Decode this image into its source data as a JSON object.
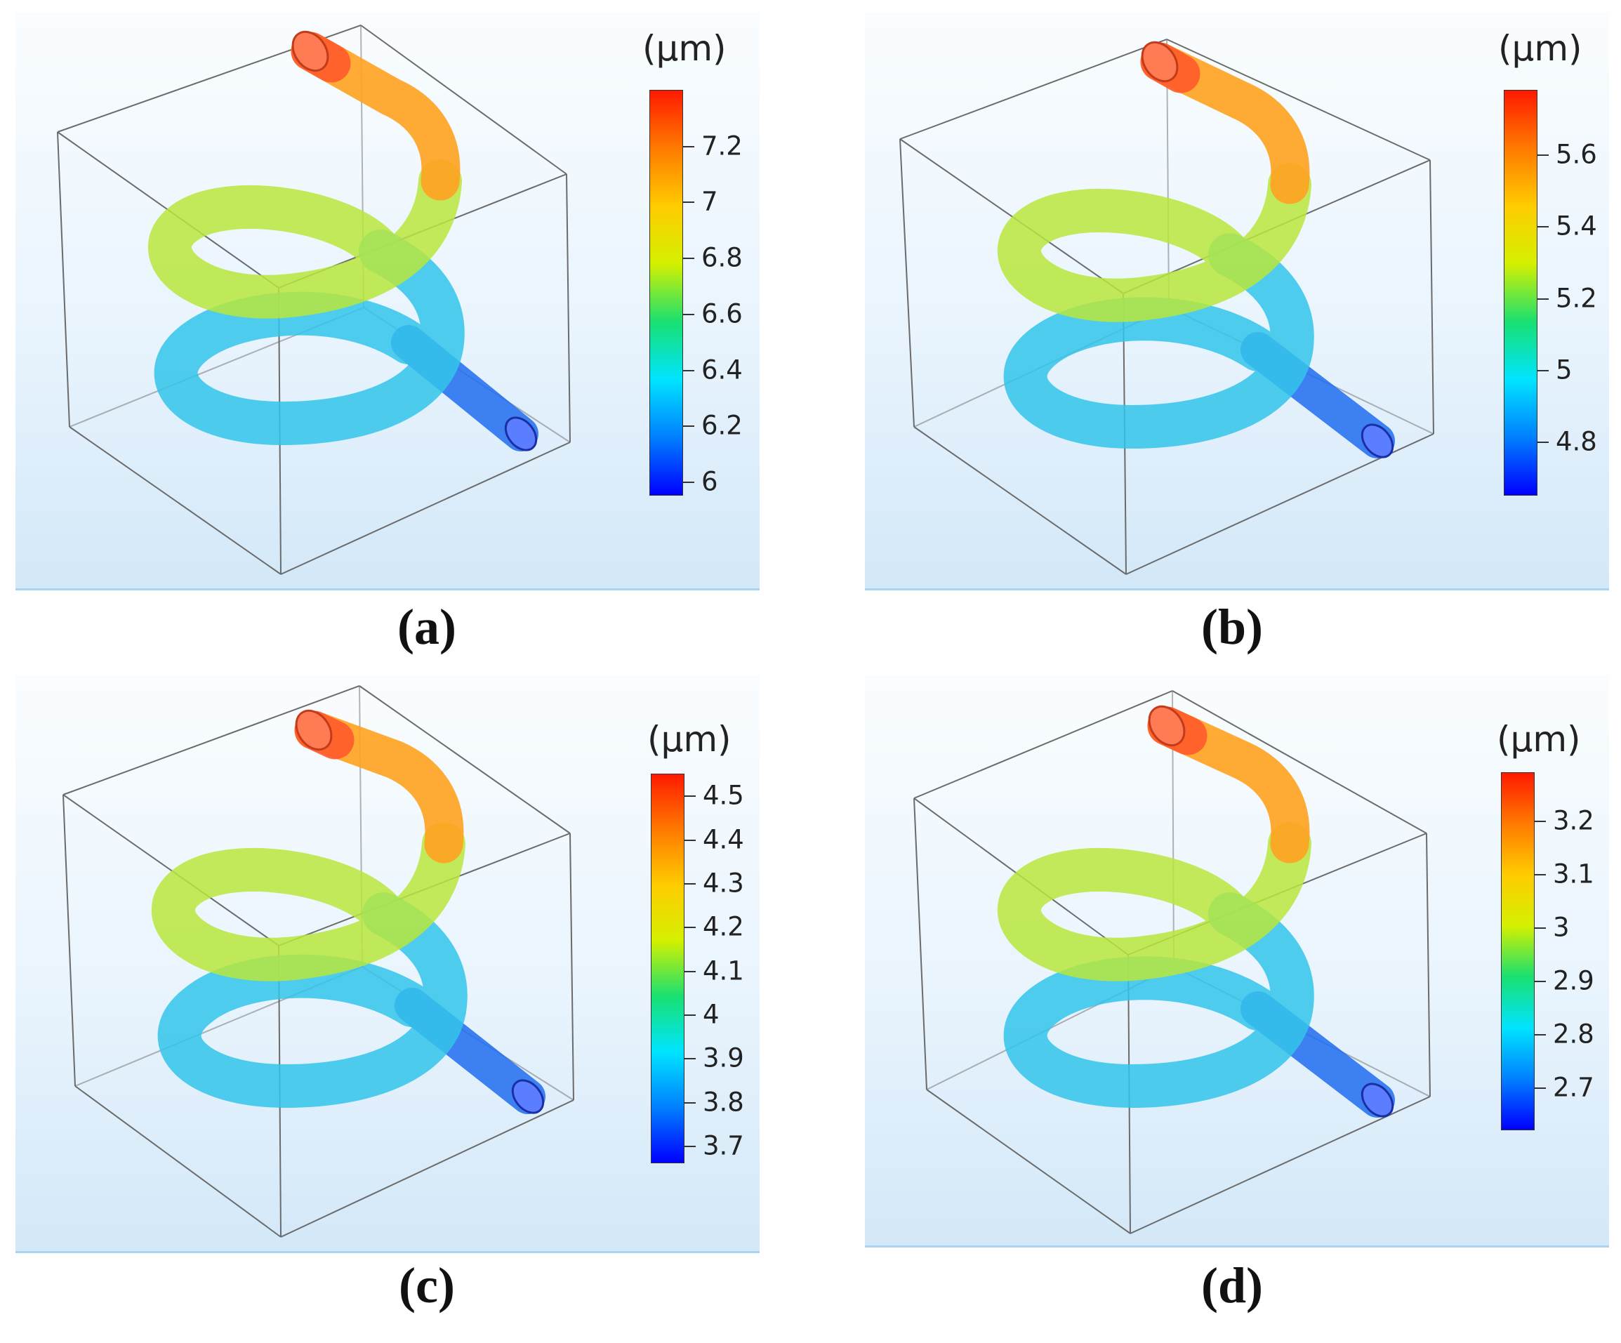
{
  "panels": [
    {
      "caption": "(a)",
      "unit": "(µm)",
      "colorbar": {
        "min": 5.95,
        "max": 7.4,
        "ticks": [
          "7.2",
          "7",
          "6.8",
          "6.6",
          "6.4",
          "6.2",
          "6"
        ]
      }
    },
    {
      "caption": "(b)",
      "unit": "(µm)",
      "colorbar": {
        "min": 4.65,
        "max": 5.78,
        "ticks": [
          "5.6",
          "5.4",
          "5.2",
          "5",
          "4.8"
        ]
      }
    },
    {
      "caption": "(c)",
      "unit": "(µm)",
      "colorbar": {
        "min": 3.66,
        "max": 4.55,
        "ticks": [
          "4.5",
          "4.4",
          "4.3",
          "4.2",
          "4.1",
          "4",
          "3.9",
          "3.8",
          "3.7"
        ]
      }
    },
    {
      "caption": "(d)",
      "unit": "(µm)",
      "colorbar": {
        "min": 2.62,
        "max": 3.29,
        "ticks": [
          "3.2",
          "3.1",
          "3",
          "2.9",
          "2.8",
          "2.7"
        ]
      }
    }
  ],
  "colors": {
    "scale": [
      "#0000ff",
      "#0080ff",
      "#00e5ff",
      "#19e070",
      "#d4f000",
      "#ffcc00",
      "#ff7a00",
      "#ff1a00"
    ],
    "box_line": "#666666"
  }
}
